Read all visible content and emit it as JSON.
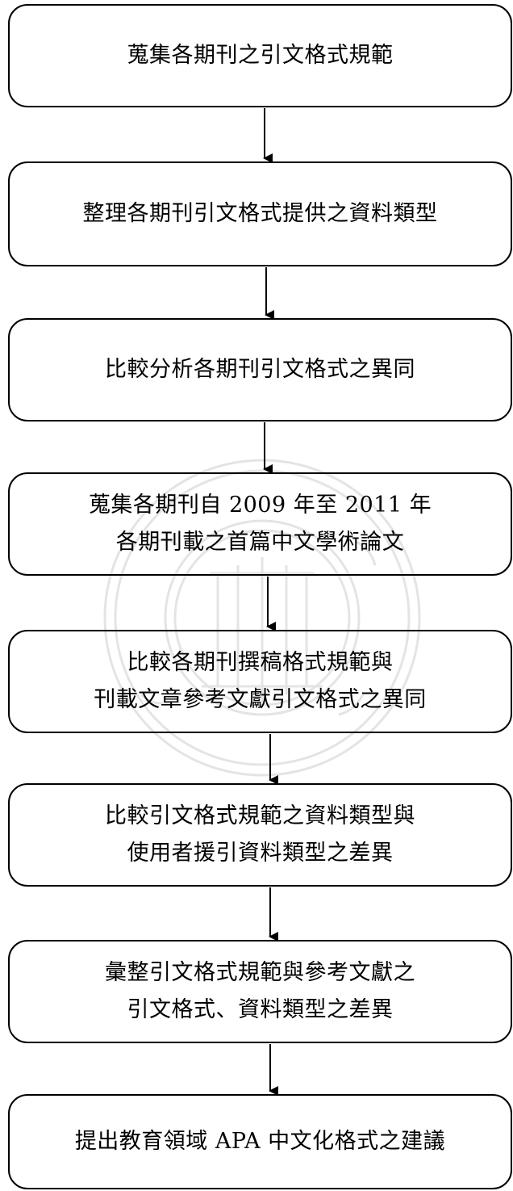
{
  "flowchart": {
    "steps": [
      {
        "lines": [
          "蒐集各期刊之引文格式規範"
        ]
      },
      {
        "lines": [
          "整理各期刊引文格式提供之資料類型"
        ]
      },
      {
        "lines": [
          "比較分析各期刊引文格式之異同"
        ]
      },
      {
        "lines": [
          "蒐集各期刊自 2009 年至 2011 年",
          "各期刊載之首篇中文學術論文"
        ]
      },
      {
        "lines": [
          "比較各期刊撰稿格式規範與",
          "刊載文章參考文獻引文格式之異同"
        ]
      },
      {
        "lines": [
          "比較引文格式規範之資料類型與",
          "使用者援引資料類型之差異"
        ]
      },
      {
        "lines": [
          "彙整引文格式規範與參考文獻之",
          "引文格式、資料類型之差異"
        ]
      },
      {
        "lines": [
          "提出教育領域 APA 中文化格式之建議"
        ]
      }
    ]
  },
  "colors": {
    "stroke": "#000000",
    "text": "#000000",
    "watermark": "#e6e6e6"
  },
  "icons": {
    "watermark": "university-seal-icon"
  }
}
